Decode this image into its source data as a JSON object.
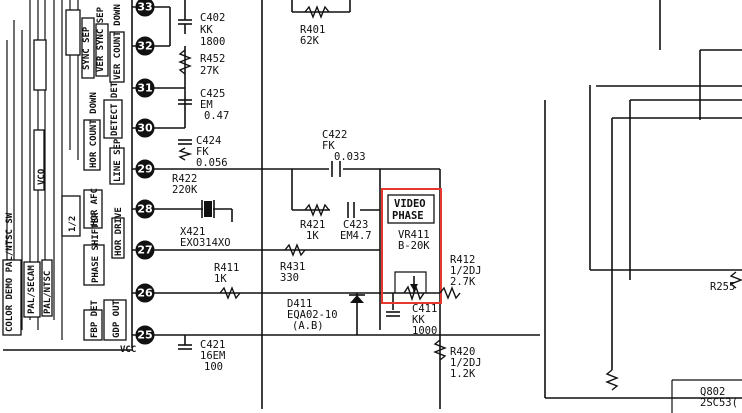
{
  "pins": [
    "33",
    "32",
    "31",
    "30",
    "29",
    "28",
    "27",
    "26",
    "25"
  ],
  "ic_labels": [
    "COLOR DEMO PAL/NTSC SW",
    "PAL/SECAM",
    "PAL/NTSC",
    "SYNC SEP",
    "VER SYNC SEP",
    "VER COUNT DOWN",
    "VCO",
    "HOR COUNT DOWN",
    "LINE SEP",
    "DETECT DET",
    "HOR DRIVE",
    "1/2",
    "HOR AFC",
    "PHASE SHIFTER",
    "FBP DET",
    "GDP OUT"
  ],
  "components": {
    "c402": {
      "ref": "C402",
      "type": "KK",
      "value": "1800"
    },
    "r401": {
      "ref": "R401",
      "value": "62K"
    },
    "r452": {
      "ref": "R452",
      "value": "27K"
    },
    "c425": {
      "ref": "C425",
      "type": "EM",
      "value": "0.47"
    },
    "c424": {
      "ref": "C424",
      "type": "FK",
      "value": "0.056"
    },
    "c422": {
      "ref": "C422",
      "type": "FK",
      "value": "0.033"
    },
    "r422": {
      "ref": "R422",
      "value": "220K"
    },
    "x421": {
      "ref": "X421",
      "value": "EXO314XO"
    },
    "r421": {
      "ref": "R421",
      "value": "1K"
    },
    "c423": {
      "ref": "C423",
      "value": "EM4.7"
    },
    "vr411": {
      "ref": "VR411",
      "value": "B-20K",
      "box_line1": "VIDEO",
      "box_line2": "PHASE"
    },
    "r412": {
      "ref": "R412",
      "type": "1/2DJ",
      "value": "2.7K"
    },
    "r431": {
      "ref": "R431",
      "value": "330"
    },
    "r411": {
      "ref": "R411",
      "value": "1K"
    },
    "d411": {
      "ref": "D411",
      "type": "EQA02-10",
      "value": "(A.B)"
    },
    "c411": {
      "ref": "C411",
      "type": "KK",
      "value": "1000"
    },
    "r420": {
      "ref": "R420",
      "type": "1/2DJ",
      "value": "1.2K"
    },
    "c421": {
      "ref": "C421",
      "type": "16EM",
      "value": "100"
    },
    "r255": {
      "ref": "R255",
      "value": ""
    },
    "q802": {
      "ref": "Q802",
      "value": "2SC53("
    },
    "vcc": {
      "label": "VCC"
    }
  }
}
